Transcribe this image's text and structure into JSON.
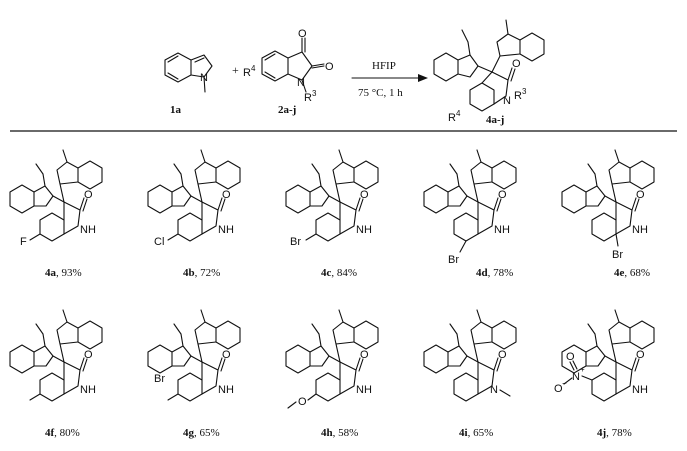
{
  "reaction": {
    "reactant1_label": "1a",
    "reactant2_label": "2a-j",
    "product_label": "4a-j",
    "plus": "+",
    "reagent": "HFIP",
    "conditions": "75 °C, 1 h",
    "r4": "R",
    "r4_sup": "4",
    "r3": "R",
    "r3_sup": "3",
    "atom_o": "O",
    "atom_n": "N"
  },
  "atoms": {
    "nh": "NH",
    "n": "N",
    "o": "O"
  },
  "products": [
    {
      "id": "4a",
      "yield": ", 93%",
      "substituent": "F"
    },
    {
      "id": "4b",
      "yield": ", 72%",
      "substituent": "Cl"
    },
    {
      "id": "4c",
      "yield": ", 84%",
      "substituent": "Br"
    },
    {
      "id": "4d",
      "yield": ", 78%",
      "substituent": "Br"
    },
    {
      "id": "4e",
      "yield": ", 68%",
      "substituent": "Br"
    },
    {
      "id": "4f",
      "yield": ", 80%",
      "substituent": ""
    },
    {
      "id": "4g",
      "yield": ", 65%",
      "substituent": "Br"
    },
    {
      "id": "4h",
      "yield": ", 58%",
      "substituent": "O"
    },
    {
      "id": "4i",
      "yield": ", 65%",
      "substituent": ""
    },
    {
      "id": "4j",
      "yield": ", 78%",
      "substituent": "O"
    }
  ],
  "nitro": {
    "n": "N",
    "plus": "+",
    "minus": "−",
    "o": "O"
  }
}
